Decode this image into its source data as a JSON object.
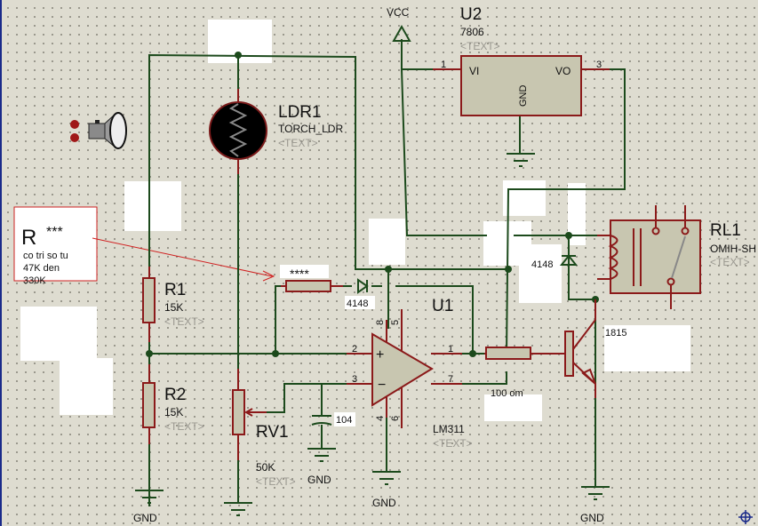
{
  "schematic": {
    "power": {
      "vcc_label": "VCC",
      "gnd_label": "GND"
    },
    "u2": {
      "ref": "U2",
      "value": "7806",
      "text": "<TEXT>",
      "pin1": "1",
      "pin3": "3",
      "vi": "VI",
      "vo": "VO",
      "gnd": "GND"
    },
    "ldr1": {
      "ref": "LDR1",
      "value": "TORCH_LDR",
      "text": "<TEXT>"
    },
    "note": {
      "title": "R",
      "stars": "***",
      "line1": "co tri so tu",
      "line2": "47K den",
      "line3": "330K"
    },
    "r_feedback": {
      "value": "****"
    },
    "d_feedback": {
      "value": "4148"
    },
    "d_relay": {
      "value": "4148"
    },
    "r1": {
      "ref": "R1",
      "value": "15K",
      "text": "<TEXT>"
    },
    "r2": {
      "ref": "R2",
      "value": "15K",
      "text": "<TEXT>"
    },
    "rv1": {
      "ref": "RV1",
      "value": "50K",
      "text": "<TEXT>"
    },
    "c1": {
      "value": "104",
      "gnd": "GND"
    },
    "u1": {
      "ref": "U1",
      "value": "LM311",
      "text": "<TEXT>",
      "pin1": "1",
      "pin2": "2",
      "pin3": "3",
      "pin4": "4",
      "pin5": "5",
      "pin6": "6",
      "pin7": "7",
      "pin8": "8",
      "plus": "+",
      "minus": "−"
    },
    "r_base": {
      "value": "100 om"
    },
    "q1": {
      "value": "1815"
    },
    "rl1": {
      "ref": "RL1",
      "value": "OMIH-SH",
      "text": "<TEXT>"
    },
    "gnd_labels": [
      "GND",
      "GND",
      "GND",
      "GND"
    ]
  },
  "icons": {
    "speaker": "speaker-icon",
    "origin": "origin-crosshair-icon"
  }
}
